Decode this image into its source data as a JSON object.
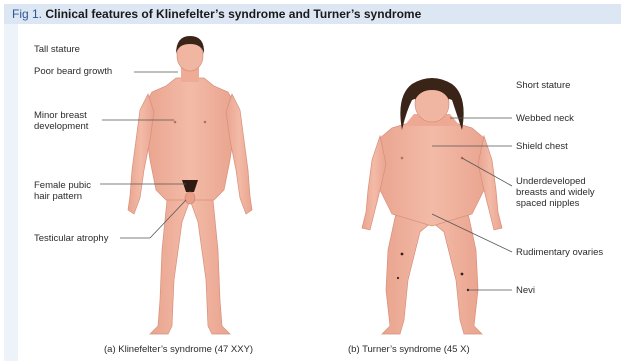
{
  "figure": {
    "number": "Fig 1.",
    "title": "Clinical features of Klinefelter’s syndrome and Turner’s syndrome"
  },
  "klinefelter": {
    "caption": "(a) Klinefelter’s syndrome (47 XXY)",
    "labels": {
      "tall_stature": "Tall stature",
      "poor_beard": "Poor beard growth",
      "breast": "Minor breast\ndevelopment",
      "pubic_hair": "Female pubic\nhair pattern",
      "testicular": "Testicular atrophy"
    }
  },
  "turner": {
    "caption": "(b) Turner’s syndrome (45 X)",
    "labels": {
      "short_stature": "Short stature",
      "webbed_neck": "Webbed neck",
      "shield_chest": "Shield chest",
      "nipples": "Underdeveloped\nbreasts and widely\nspaced nipples",
      "ovaries": "Rudimentary ovaries",
      "nevi": "Nevi"
    }
  },
  "colors": {
    "header_bg": "#dde6f3",
    "skin": "#f0b4a0",
    "skin_shadow": "#e49c87",
    "hair": "#3a2418",
    "leader": "#555555"
  }
}
